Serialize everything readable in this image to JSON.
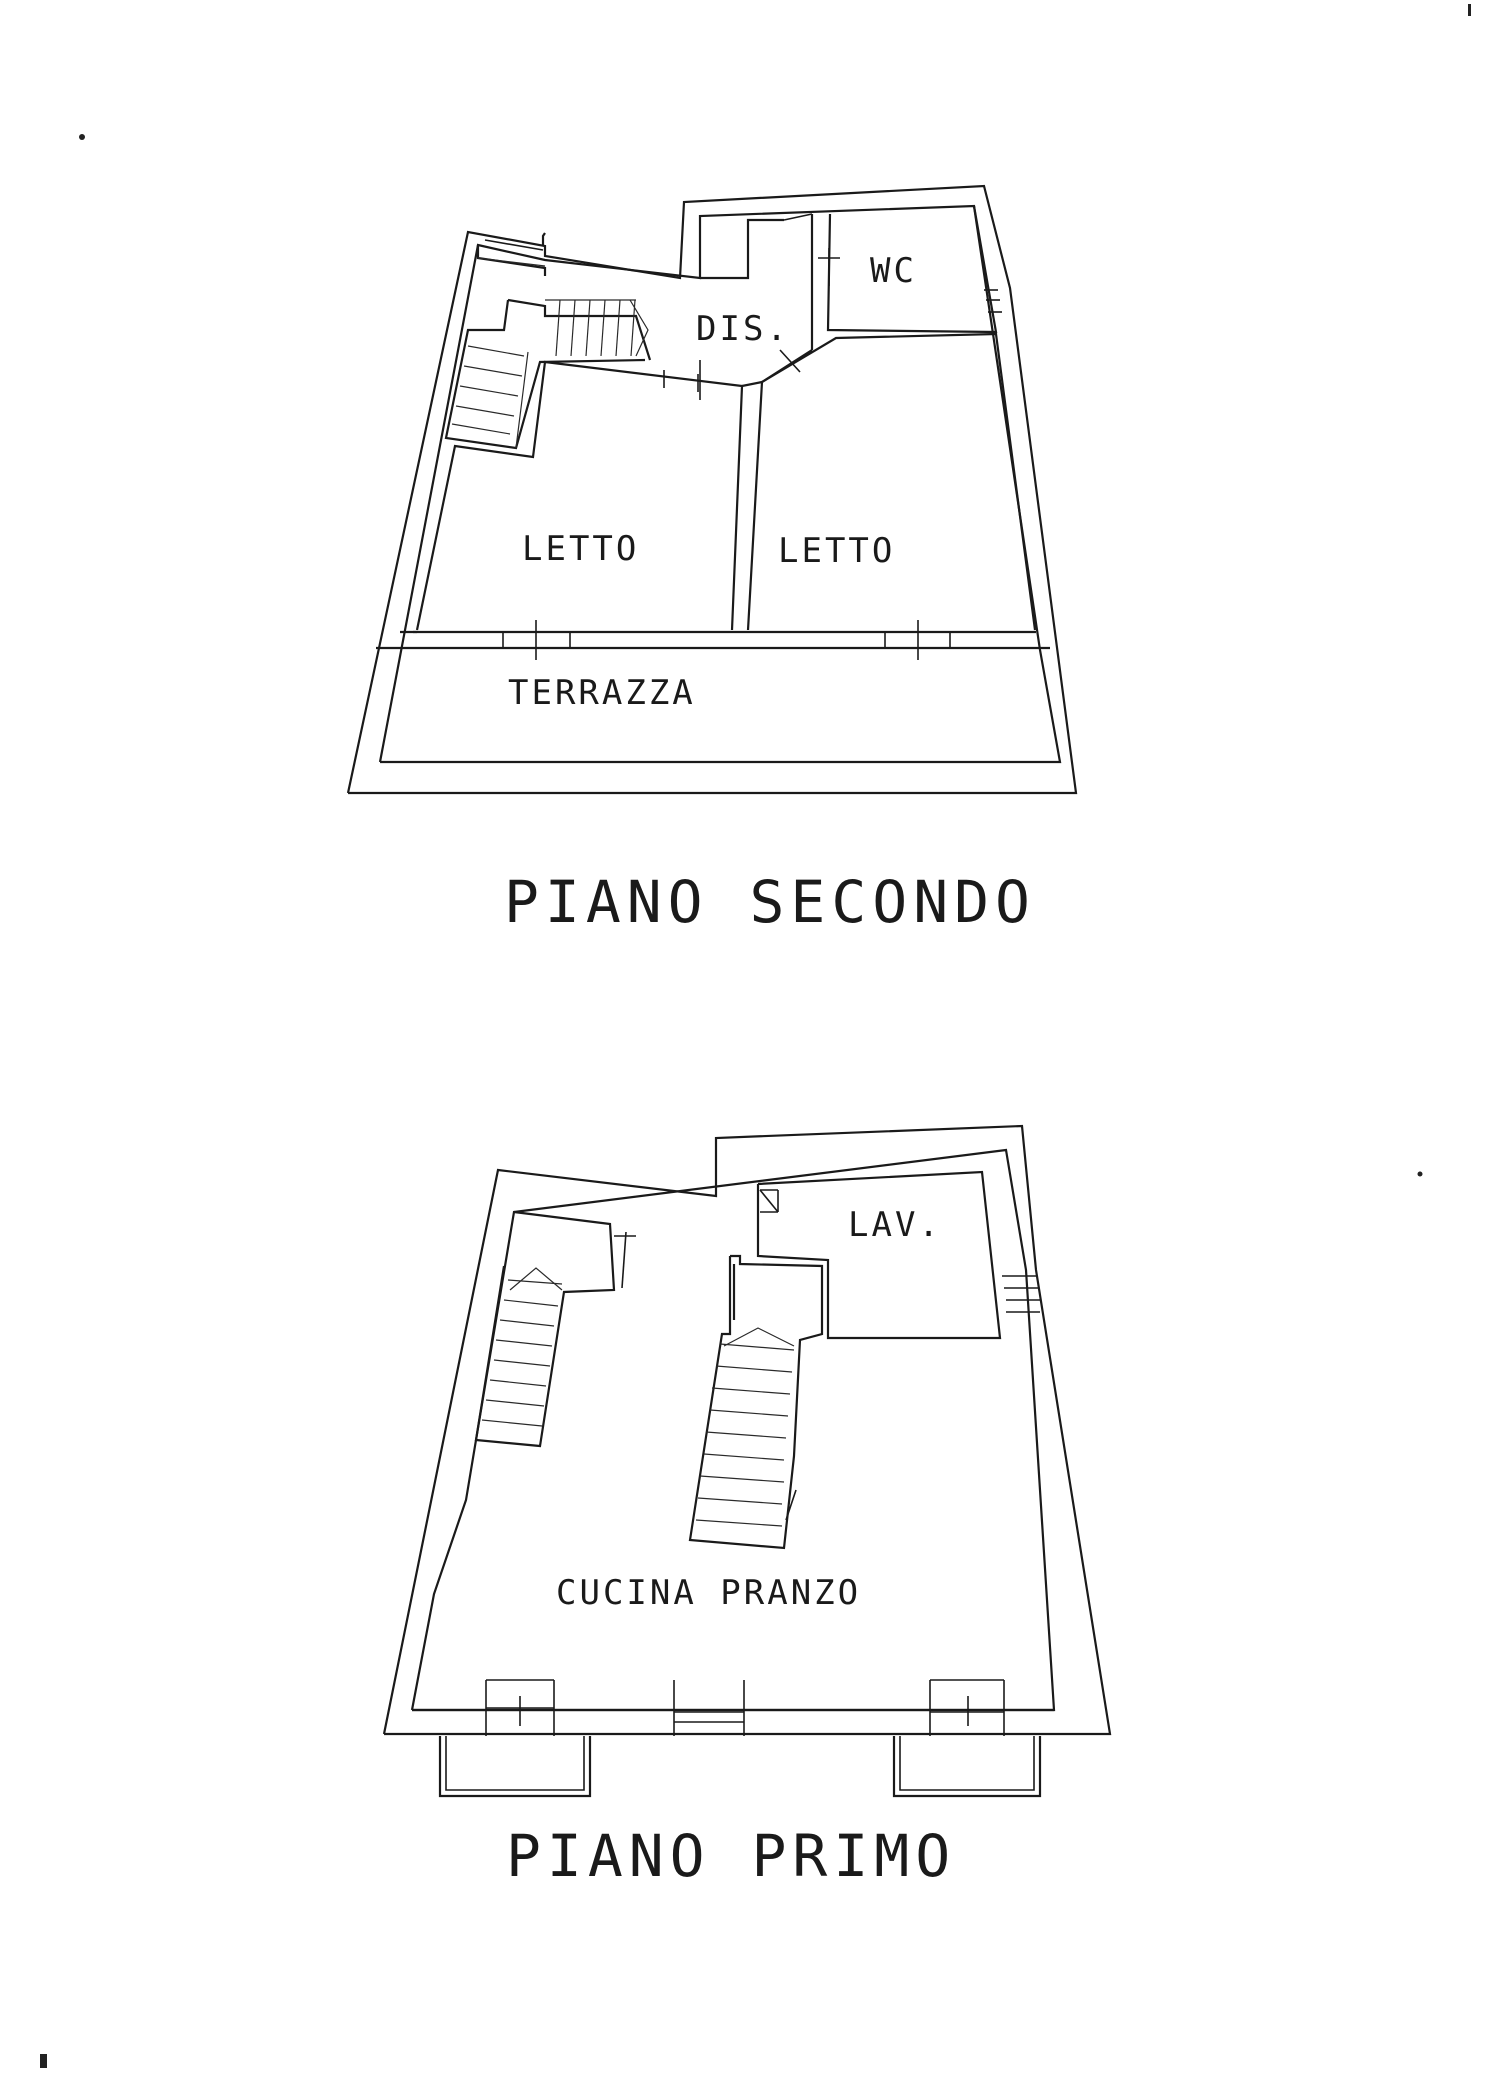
{
  "floors": {
    "second": {
      "title": "PIANO SECONDO",
      "rooms": {
        "wc": "WC",
        "dis": "DIS.",
        "bedroom_left": "LETTO",
        "bedroom_right": "LETTO",
        "terrace": "TERRAZZA"
      }
    },
    "first": {
      "title": "PIANO PRIMO",
      "rooms": {
        "laundry": "LAV.",
        "kitchen_dining": "CUCINA PRANZO"
      }
    }
  }
}
